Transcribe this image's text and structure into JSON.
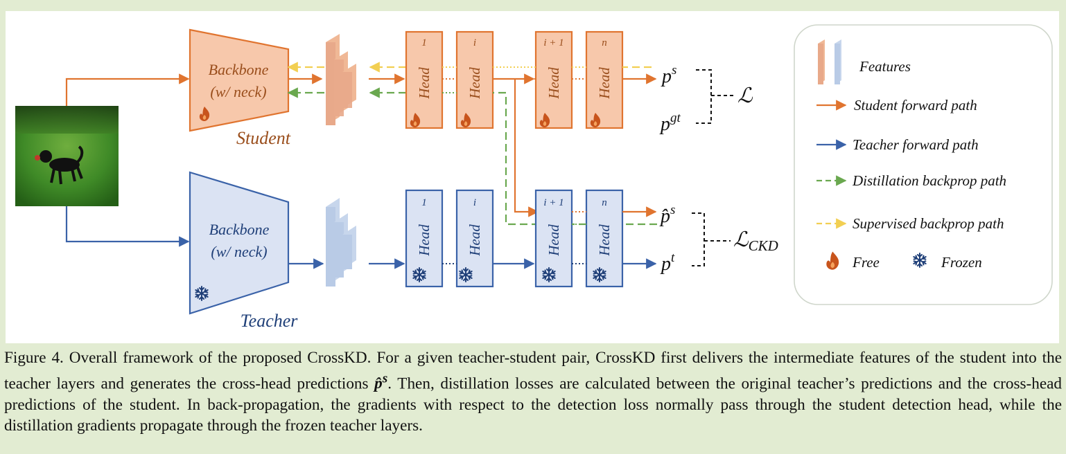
{
  "diagram": {
    "student": {
      "backbone_line1": "Backbone",
      "backbone_line2": "(w/ neck)",
      "label": "Student",
      "head_indices": [
        "1",
        "i",
        "i + 1",
        "n"
      ],
      "head_label": "Head",
      "outputs": {
        "pred": "p",
        "pred_sup": "s",
        "gt": "p",
        "gt_sup": "gt",
        "loss": "ℒ"
      }
    },
    "teacher": {
      "backbone_line1": "Backbone",
      "backbone_line2": "(w/ neck)",
      "label": "Teacher",
      "head_indices": [
        "1",
        "i",
        "i + 1",
        "n"
      ],
      "head_label": "Head",
      "outputs": {
        "cross": "p̂",
        "cross_sup": "s",
        "pred": "p",
        "pred_sup": "t",
        "loss": "ℒ",
        "loss_sub": "CKD"
      }
    },
    "legend": {
      "features": "Features",
      "student_path": "Student forward path",
      "teacher_path": "Teacher forward path",
      "distill_path": "Distillation backprop path",
      "supervised_path": "Supervised backprop path",
      "free": "Free",
      "frozen": "Frozen"
    },
    "icons": [
      "flame-icon",
      "snowflake-icon",
      "dog-photo"
    ],
    "colors": {
      "student_fill": "#f7c8ab",
      "student_stroke": "#e0742f",
      "student_text": "#9a4e1c",
      "teacher_fill": "#dbe3f3",
      "teacher_stroke": "#3a62a8",
      "teacher_text": "#1f3f78",
      "distill": "#6aa84f",
      "supervised": "#f2cf52"
    }
  },
  "caption": {
    "figure_label": "Figure 4.",
    "text_before": " Overall framework of the proposed CrossKD. For a given teacher-student pair, CrossKD first delivers the intermediate features of the student into the teacher layers and generates the cross-head predictions ",
    "math": "p̂",
    "math_sup": "s",
    "text_after": ". Then, distillation losses are calculated between the original teacher’s predictions and the cross-head predictions of the student. In back-propagation, the gradients with respect to the detection loss normally pass through the student detection head, while the distillation gradients propagate through the frozen teacher layers."
  }
}
